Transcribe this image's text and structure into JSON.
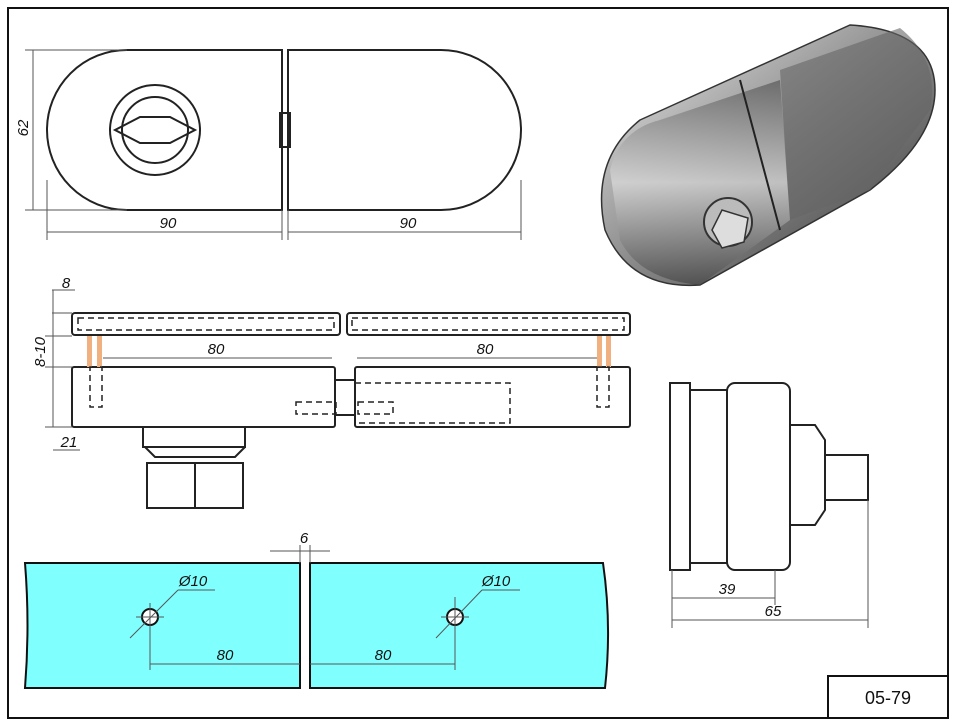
{
  "drawing_code": "05-79",
  "colors": {
    "glass": "#80ffff",
    "spacer": "#f0b080",
    "metal_dark": "#444444",
    "metal_light": "#d8d8d8"
  },
  "top_view": {
    "height_dim": "62",
    "width_left_dim": "90",
    "width_right_dim": "90"
  },
  "side_view": {
    "top_dim": "8",
    "gap_dim": "8-10",
    "left_hole_dim": "80",
    "right_hole_dim": "80",
    "bottom_dim": "21"
  },
  "end_view": {
    "inner_dim": "39",
    "overall_dim": "65"
  },
  "glass_layout": {
    "gap_dim": "6",
    "left_hole_dia": "Ø10",
    "right_hole_dia": "Ø10",
    "left_offset": "80",
    "right_offset": "80"
  }
}
